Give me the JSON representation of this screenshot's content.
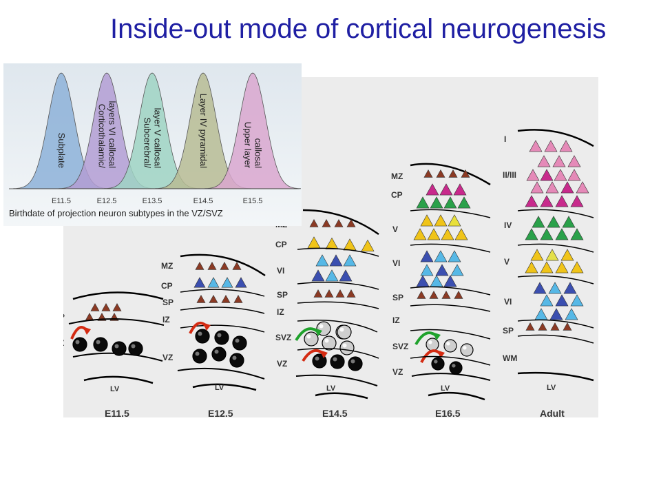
{
  "title": "Inside-out mode of cortical neurogenesis",
  "birthdate_chart": {
    "caption": "Birthdate of projection neuron subtypes in the VZ/SVZ",
    "ticks": [
      "E11.5",
      "E12.5",
      "E13.5",
      "E14.5",
      "E15.5"
    ],
    "curves": [
      {
        "label_lines": [
          "Subplate"
        ],
        "color": "#8db1d8"
      },
      {
        "label_lines": [
          "Corticothalamic/",
          "layers VI callosal"
        ],
        "color": "#b39ed3"
      },
      {
        "label_lines": [
          "Subcerebral/",
          "layer V callosal"
        ],
        "color": "#9fd4c3"
      },
      {
        "label_lines": [
          "Layer IV pyramidal"
        ],
        "color": "#b7bc94"
      },
      {
        "label_lines": [
          "Upper layer",
          "callosal"
        ],
        "color": "#d9a7cf"
      }
    ]
  },
  "stages": [
    {
      "name": "E11.5",
      "layers": [
        "PP",
        "VZ"
      ],
      "lv": "LV"
    },
    {
      "name": "E12.5",
      "layers": [
        "MZ",
        "CP",
        "SP",
        "IZ",
        "VZ"
      ],
      "lv": "LV"
    },
    {
      "name": "E14.5",
      "layers": [
        "MZ",
        "CP",
        "VI",
        "SP",
        "IZ",
        "SVZ",
        "VZ"
      ],
      "lv": "LV"
    },
    {
      "name": "E16.5",
      "layers": [
        "MZ",
        "CP",
        "V",
        "VI",
        "SP",
        "IZ",
        "SVZ",
        "VZ"
      ],
      "lv": "LV"
    },
    {
      "name": "Adult",
      "layers": [
        "I",
        "II/III",
        "IV",
        "V",
        "VI",
        "SP",
        "WM"
      ],
      "lv": "LV"
    }
  ],
  "colors": {
    "title": "#1f1fa3",
    "brown": "#8b3a24",
    "blue": "#3b4fb0",
    "lightblue": "#56b8e6",
    "yellow": "#f0c419",
    "green": "#2aa14a",
    "magenta": "#c82a8c",
    "pink": "#e58ab8",
    "arrow_red": "#d42b12",
    "arrow_green": "#1fa22c"
  }
}
